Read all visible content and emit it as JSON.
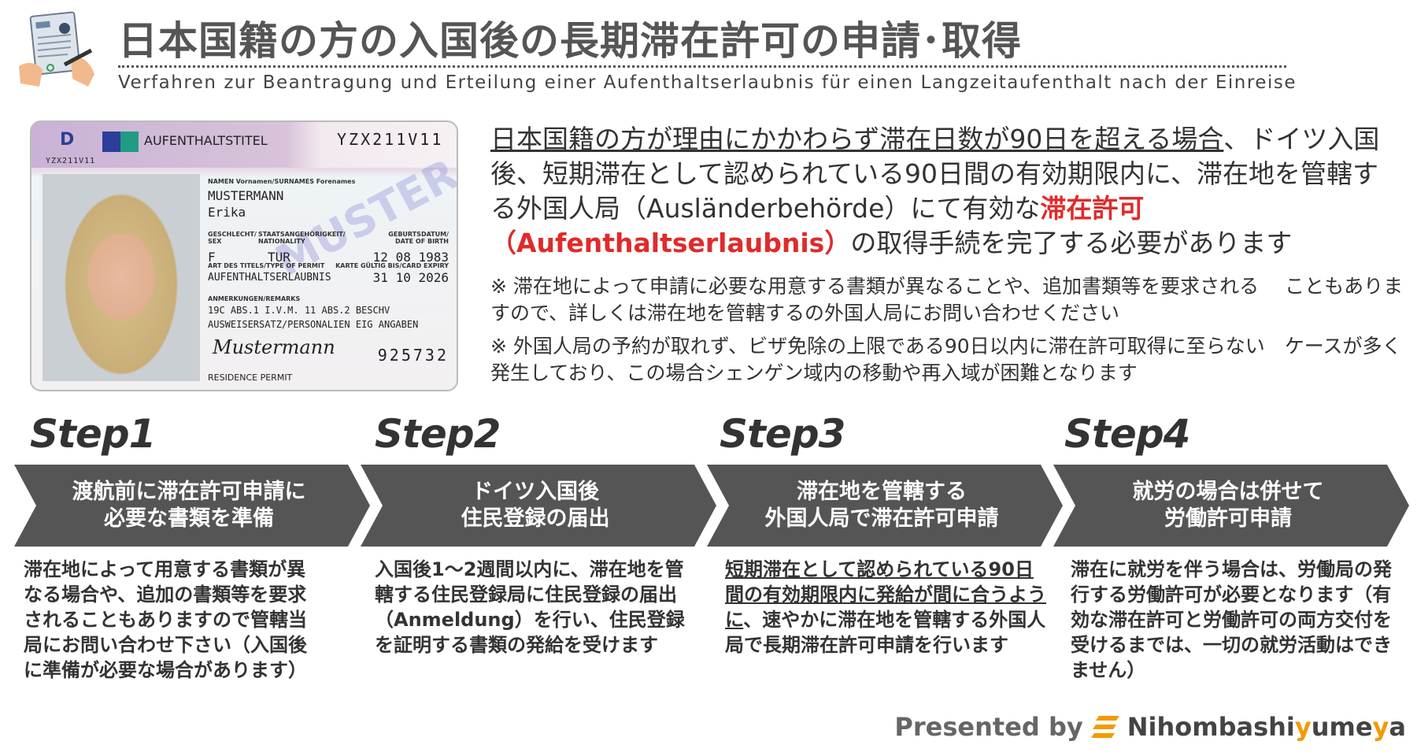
{
  "header": {
    "title": "日本国籍の方の入国後の長期滞在許可の申請･取得",
    "subtitle": "Verfahren zur Beantragung und Erteilung einer Aufenthaltserlaubnis für einen Langzeitaufenthalt nach der Einreise",
    "icon": "document-signing-icon"
  },
  "card": {
    "country": "D",
    "doc_title": "AUFENTHALTSTITEL",
    "doc_number": "YZX211V11",
    "doc_number_small": "YZX211V11",
    "name_label": "NAMEN Vornamen/SURNAMES Forenames",
    "surname": "MUSTERMANN",
    "forename": "Erika",
    "sex_label": "GESCHLECHT/ SEX",
    "nationality_label": "STAATSANGEHÖRIGKEIT/ NATIONALITY",
    "dob_label": "GEBURTSDATUM/ DATE OF BIRTH",
    "sex": "F",
    "nationality": "TUR",
    "dob": "12 08 1983",
    "permit_type_label": "ART DES TITELS/TYPE OF PERMIT",
    "expiry_label": "KARTE GÜLTIG BIS/CARD EXPIRY",
    "permit_type": "AUFENTHALTSERLAUBNIS",
    "expiry": "31 10 2026",
    "remarks_label": "ANMERKUNGEN/REMARKS",
    "remarks_1": "19C ABS.1 I.V.M. 11 ABS.2 BESCHV",
    "remarks_2": "AUSWEISERSATZ/PERSONALIEN EIG ANGABEN",
    "signature": "Mustermann",
    "number": "925732",
    "footer": "RESIDENCE PERMIT",
    "watermark": "MUSTER"
  },
  "lead": {
    "part1": "日本国籍の方が理由にかかわらず滞在日数が90日を超える場合",
    "part2": "、ドイツ入国後、短期滞在として認められている90日間の有効期限内に、滞在地を管轄する外国人局（Ausländerbehörde）にて有効な",
    "highlight": "滞在許可（Aufenthaltserlaubnis）",
    "part3": "の取得手続を完了する必要があります"
  },
  "notes": [
    "※ 滞在地によって申請に必要な用意する書類が異なることや、追加書類等を要求される　 こともありますので、詳しくは滞在地を管轄するの外国人局にお問い合わせください",
    "※ 外国人局の予約が取れず、ビザ免除の上限である90日以内に滞在許可取得に至らない　ケースが多く発生しており、この場合シェンゲン域内の移動や再入域が困難となります"
  ],
  "steps": [
    {
      "label": "Step1",
      "title1": "渡航前に滞在許可申請に",
      "title2": "必要な書類を準備",
      "body": "滞在地によって用意する書類が異なる場合や、追加の書類等を要求されることもありますので管轄当局にお問い合わせ下さい（入国後に準備が必要な場合があります）"
    },
    {
      "label": "Step2",
      "title1": "ドイツ入国後",
      "title2": "住民登録の届出",
      "body": "入国後1～2週間以内に、滞在地を管轄する住民登録局に住民登録の届出（Anmeldung）を行い、住民登録を証明する書類の発給を受けます"
    },
    {
      "label": "Step3",
      "title1": "滞在地を管轄する",
      "title2": "外国人局で滞在許可申請",
      "body_u": "短期滞在として認められている90日間の有効期限内に発給が間に合うように",
      "body": "、速やかに滞在地を管轄する外国人局で長期滞在許可申請を行います"
    },
    {
      "label": "Step4",
      "title1": "就労の場合は併せて",
      "title2": "労働許可申請",
      "body": "滞在に就労を伴う場合は、労働局の発行する労働許可が必要となります（有効な滞在許可と労働許可の両方交付を受けるまでは、一切の就労活動はできません）"
    }
  ],
  "footer": {
    "presented": "Presented by",
    "brand_a": "Nihombashi",
    "brand_b": "y",
    "brand_c": "ume",
    "brand_d": "y",
    "brand_e": "a"
  },
  "colors": {
    "chevron": "#555555",
    "highlight": "#e02a2a",
    "brand": "#f39a00"
  }
}
